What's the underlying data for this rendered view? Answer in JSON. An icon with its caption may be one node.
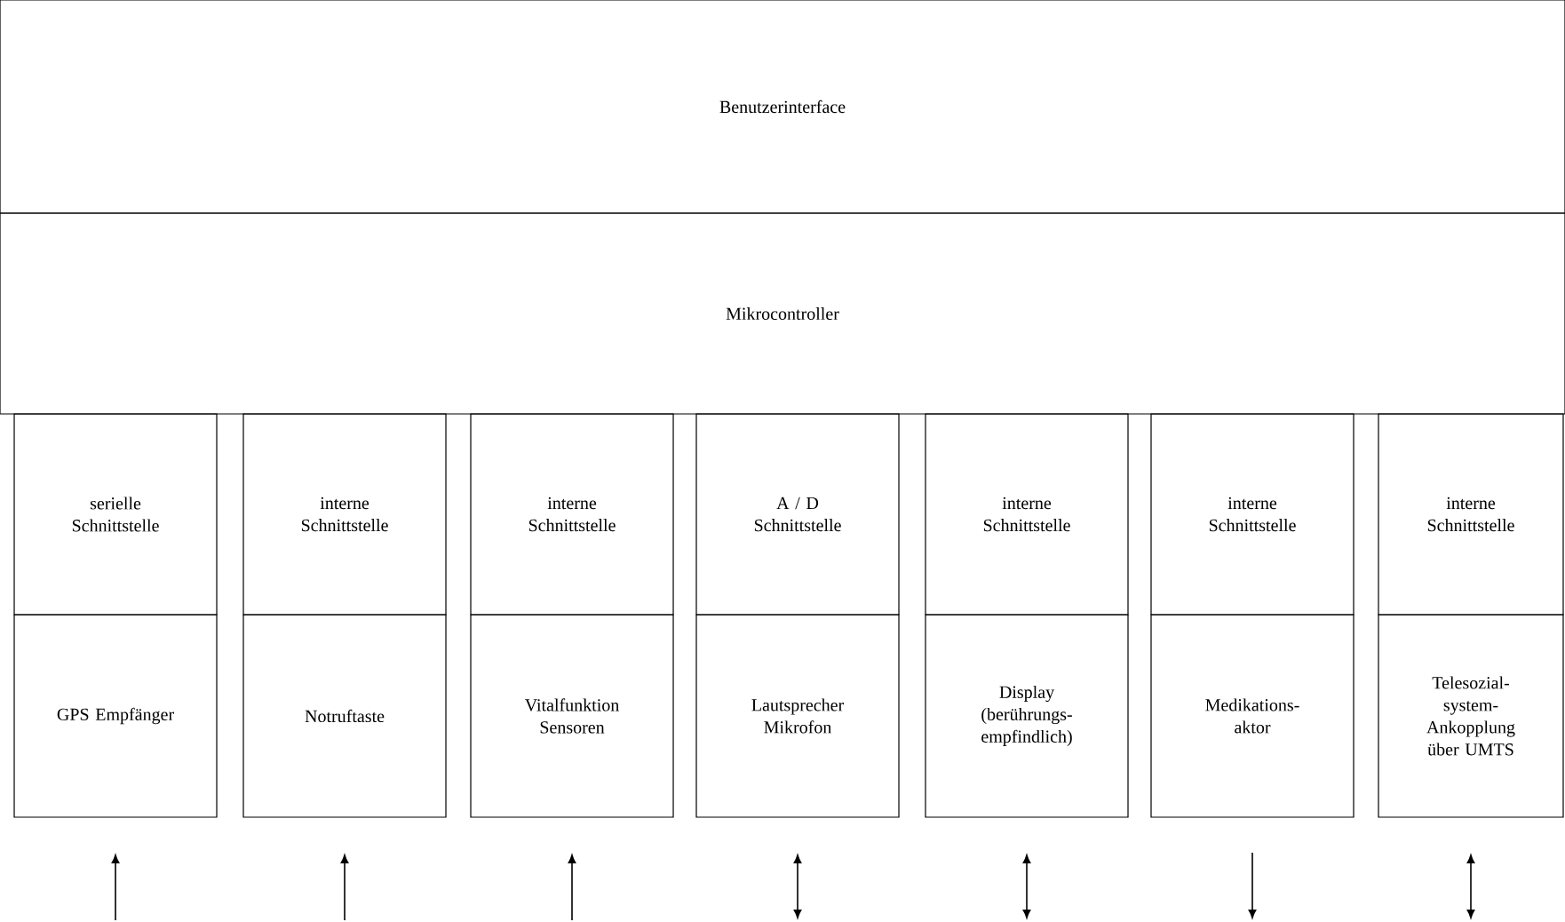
{
  "diagram": {
    "nodes": [
      {
        "text": [
          "Benutzerinterface"
        ]
      },
      {
        "text": [
          "Mikrocontroller"
        ]
      },
      {
        "text": [
          "serielle Schnittstelle"
        ]
      },
      {
        "text": [
          "GPS Empfänger"
        ]
      },
      {
        "text": [
          "interne Schnittstelle"
        ]
      },
      {
        "text": [
          "Notruftaste"
        ]
      },
      {
        "text": [
          "interne Schnittstelle"
        ]
      },
      {
        "text": [
          "Vitalfunktion Sensoren"
        ]
      },
      {
        "text": [
          "A / D Schnittstelle"
        ]
      },
      {
        "text": [
          "Lautsprecher Mikrofon"
        ]
      },
      {
        "text": [
          "interne Schnittstelle"
        ]
      },
      {
        "text": [
          "Display (berührungs- empfindlich)"
        ]
      },
      {
        "text": [
          "interne Schnittstelle"
        ]
      },
      {
        "text": [
          "Medikations- aktor"
        ]
      },
      {
        "text": [
          "interne Schnittstelle"
        ]
      },
      {
        "text": [
          "Telesozial- system- Ankopplung über UMTS"
        ]
      }
    ]
  }
}
